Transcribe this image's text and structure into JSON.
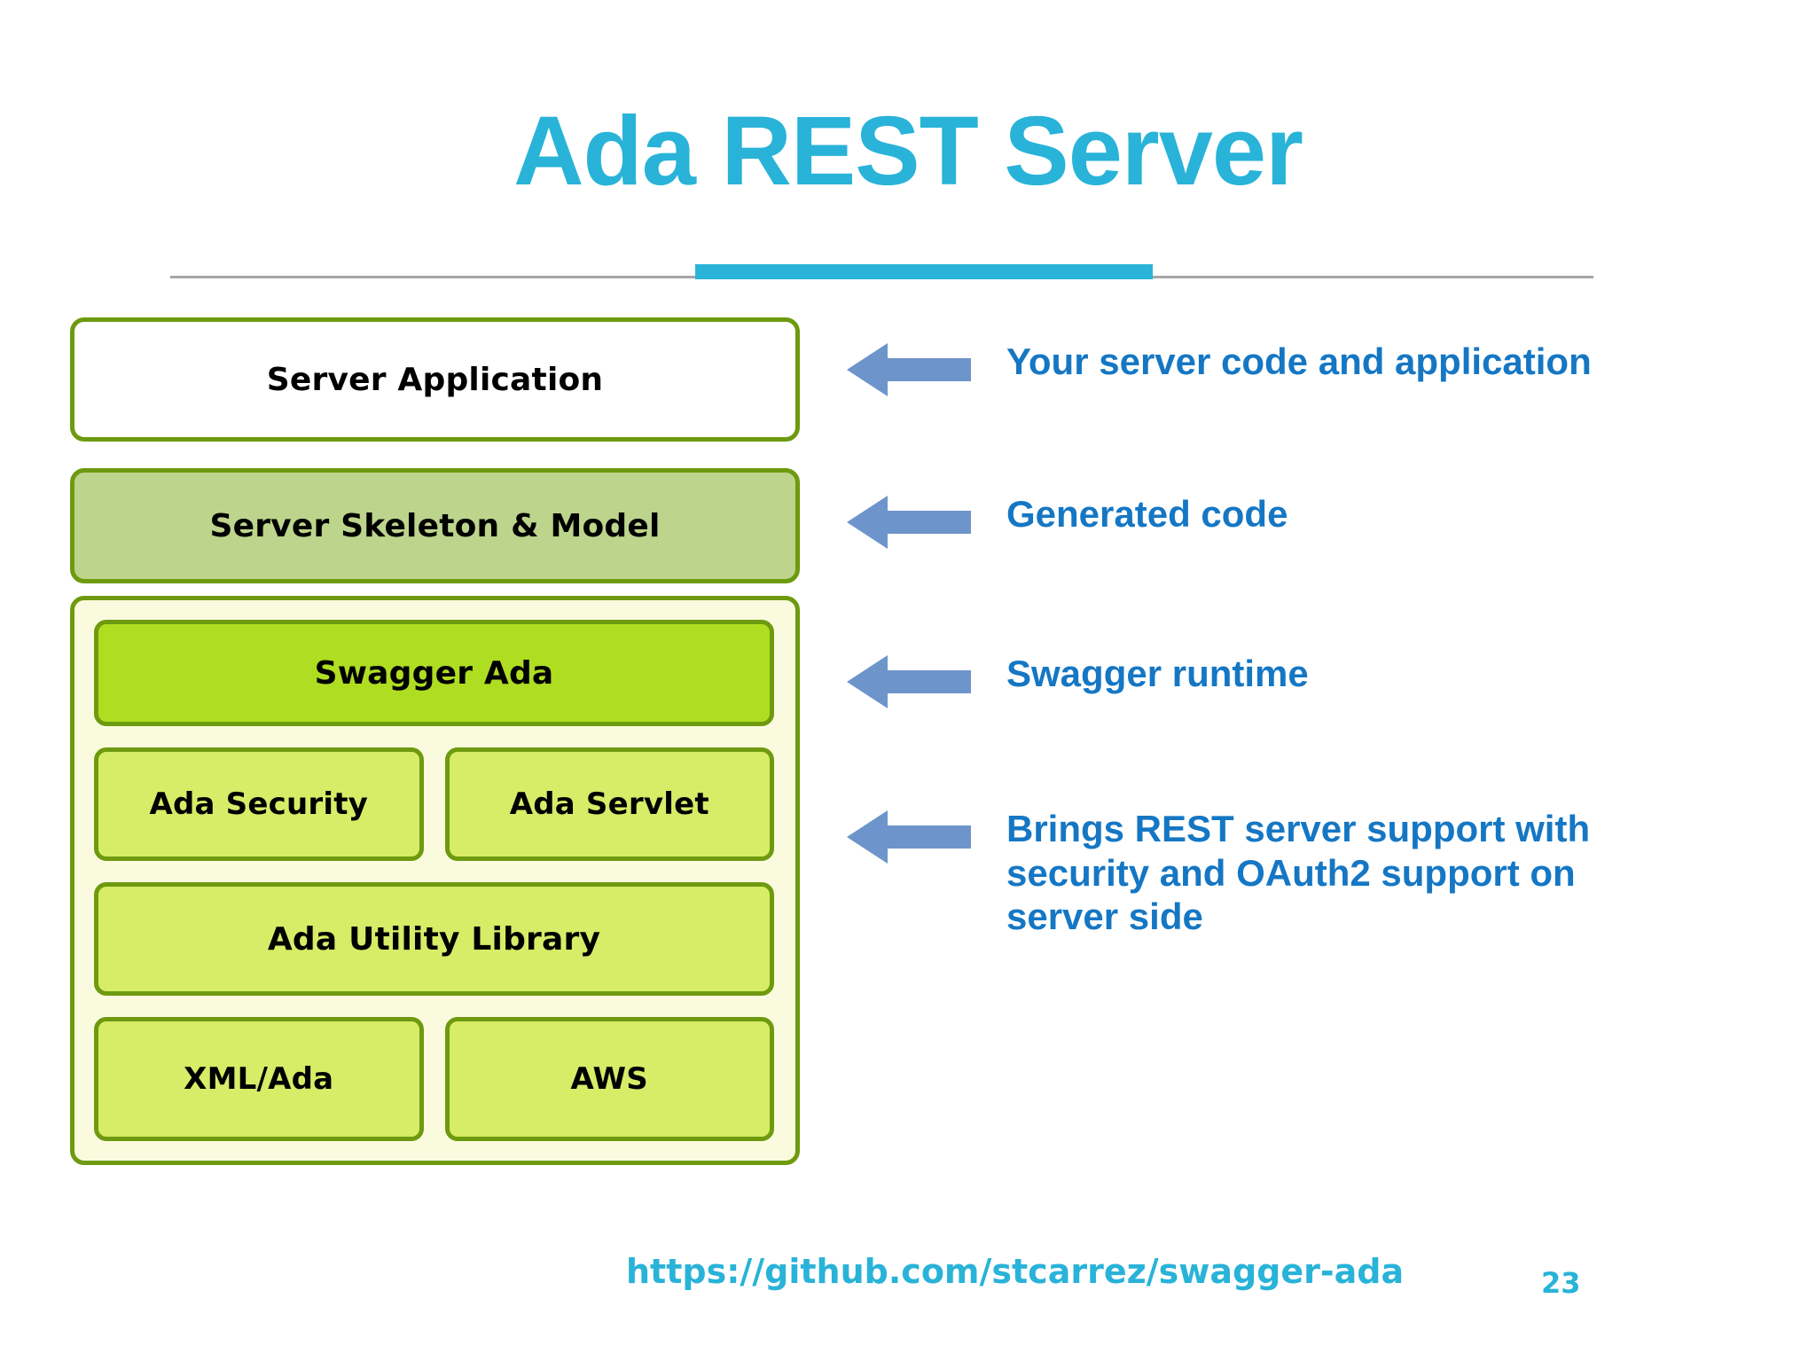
{
  "slide": {
    "title": "Ada REST Server",
    "page_number": "23",
    "footer_url": "https://github.com/stcarrez/swagger-ada"
  },
  "colors": {
    "title": "#29B3D8",
    "accent_bar": "#29B3D8",
    "rule": "#A6A6A6",
    "box_border": "#6E9A0F",
    "box_white_fill": "#FFFFFF",
    "box_sage_fill": "#BCD48C",
    "box_bright_green_fill": "#AEDD22",
    "box_light_green_fill": "#D7EC67",
    "container_fill": "#FAFBDE",
    "arrow": "#6D95CB",
    "callout_text": "#1577C4",
    "label_text": "#000000"
  },
  "diagram": {
    "layers": [
      {
        "id": "server-application",
        "label": "Server Application"
      },
      {
        "id": "server-skeleton",
        "label": "Server Skeleton & Model"
      }
    ],
    "framework": {
      "runtime": {
        "id": "swagger-ada",
        "label": "Swagger Ada"
      },
      "row_security": [
        {
          "id": "ada-security",
          "label": "Ada Security"
        },
        {
          "id": "ada-servlet",
          "label": "Ada Servlet"
        }
      ],
      "utility": {
        "id": "ada-utility",
        "label": "Ada Utility Library"
      },
      "row_base": [
        {
          "id": "xml-ada",
          "label": "XML/Ada"
        },
        {
          "id": "aws",
          "label": "AWS"
        }
      ]
    }
  },
  "callouts": [
    {
      "id": "callout-1",
      "icon": "arrow-left-icon",
      "text": "Your server code and application"
    },
    {
      "id": "callout-2",
      "icon": "arrow-left-icon",
      "text": "Generated code"
    },
    {
      "id": "callout-3",
      "icon": "arrow-left-icon",
      "text": "Swagger runtime"
    },
    {
      "id": "callout-4",
      "icon": "arrow-left-icon",
      "text": "Brings REST server support with security and OAuth2 support on server side"
    }
  ]
}
